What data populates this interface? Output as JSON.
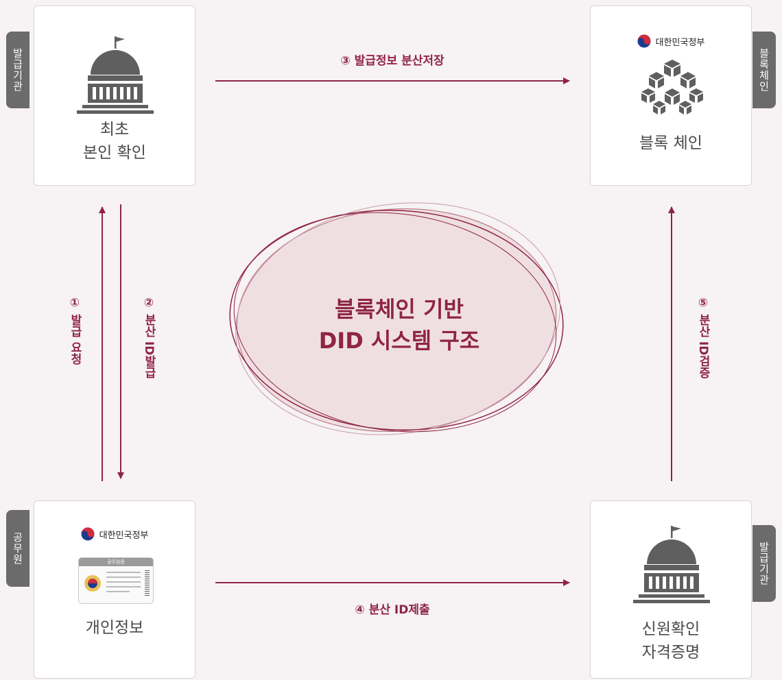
{
  "center": {
    "title": "블록체인 기반\nDID 시스템 구조"
  },
  "nodes": {
    "top_left": {
      "label": "최초\n본인 확인",
      "tab": "발급기관",
      "icon": "government-building-icon"
    },
    "top_right": {
      "label": "블록 체인",
      "tab": "블록체인",
      "logo_text": "대한민국정부",
      "icon": "blockchain-cubes-icon"
    },
    "bottom_left": {
      "label": "개인정보",
      "tab": "공무원",
      "logo_text": "대한민국정부",
      "icon": "id-card-icon",
      "card_title": "공무원증"
    },
    "bottom_right": {
      "label": "신원확인\n자격증명",
      "tab": "발급기관",
      "icon": "government-building-icon"
    }
  },
  "steps": {
    "s1": "① 발급 요청",
    "s2": "② 분산 ID발급",
    "s3": "③ 발급정보 분산저장",
    "s4": "④ 분산 ID제출",
    "s5": "⑤ 분산 ID검증"
  },
  "colors": {
    "accent": "#8f2446",
    "background": "#f7f2f3",
    "icon": "#5f5f5f",
    "tab": "#6b6b6b",
    "ellipse_fill": "#efdfe3"
  }
}
